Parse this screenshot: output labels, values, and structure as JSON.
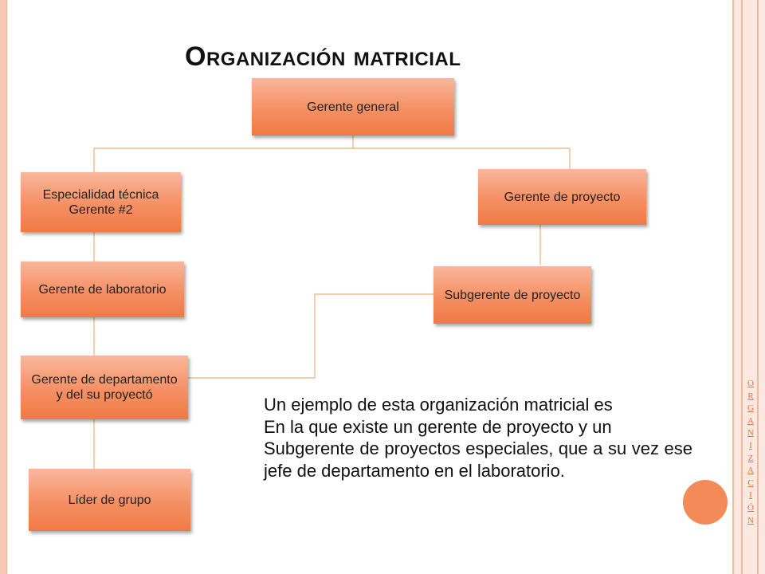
{
  "slide": {
    "title": "Organización matricial",
    "side_title": "ORGANIZACIÓN"
  },
  "org_chart": {
    "nodes": {
      "general_manager": "Gerente general",
      "technical_specialty": "Especialidad técnica Gerente #2",
      "project_manager": "Gerente de proyecto",
      "lab_manager": "Gerente de laboratorio",
      "project_submanager": "Subgerente de proyecto",
      "department_manager": "Gerente de departamento y del su proyectó",
      "group_leader": "Líder de grupo"
    }
  },
  "body_text": [
    "Un ejemplo de esta organización matricial es",
    "En la que existe un gerente de proyecto y un",
    "Subgerente de proyectos especiales, que a su vez ese jefe de departamento en el laboratorio."
  ],
  "colors": {
    "node_fill": "#f58f63",
    "connector": "#e8b07a",
    "accent": "#f58a59"
  }
}
